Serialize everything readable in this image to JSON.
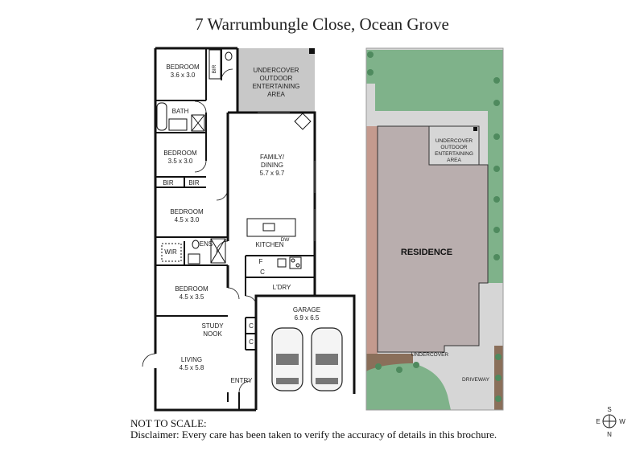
{
  "title": "7 Warrumbungle Close, Ocean Grove",
  "rooms": {
    "bedroom1_name": "BEDROOM",
    "bedroom1_size": "3.6 x 3.0",
    "bir1": "BIR",
    "bath": "BATH",
    "bedroom2_name": "BEDROOM",
    "bedroom2_size": "3.5 x 3.0",
    "bir2": "BIR",
    "bir3": "BIR",
    "bedroom3_name": "BEDROOM",
    "bedroom3_size": "4.5 x 3.0",
    "wir": "WIR",
    "ens": "ENS",
    "bedroom4_name": "BEDROOM",
    "bedroom4_size": "4.5 x 3.5",
    "study_line1": "STUDY",
    "study_line2": "NOOK",
    "living_name": "LIVING",
    "living_size": "4.5 x 5.8",
    "entry": "ENTRY",
    "alfresco_line1": "UNDERCOVER",
    "alfresco_line2": "OUTDOOR",
    "alfresco_line3": "ENTERTAINING",
    "alfresco_line4": "AREA",
    "family_line1": "FAMILY/",
    "family_line2": "DINING",
    "family_size": "5.7 x 9.7",
    "dw": "DW",
    "kitchen": "KITCHEN",
    "fridge": "F",
    "cupboard": "C",
    "laundry": "L'DRY",
    "garage_name": "GARAGE",
    "garage_size": "6.9 x 6.5",
    "garage_c1": "C",
    "garage_c2": "C"
  },
  "site": {
    "alfresco_line1": "UNDERCOVER",
    "alfresco_line2": "OUTDOOR",
    "alfresco_line3": "ENTERTAINING",
    "alfresco_line4": "AREA",
    "residence": "RESIDENCE",
    "undercover": "UNDERCOVER",
    "driveway": "DRIVEWAY"
  },
  "compass": {
    "s": "S",
    "e": "E",
    "w": "W",
    "n": "N"
  },
  "colors": {
    "grass": "#7fb28a",
    "paving": "#d6d6d6",
    "residence": "#b9aeae",
    "boundary": "#c49a8e",
    "garden_bed": "#8a6f5a",
    "alfresco_fill": "#c8c8c8"
  },
  "footer": {
    "scale_note": "NOT TO SCALE:",
    "disclaimer": "Disclaimer: Every care has been taken to verify the accuracy of details in this brochure."
  }
}
